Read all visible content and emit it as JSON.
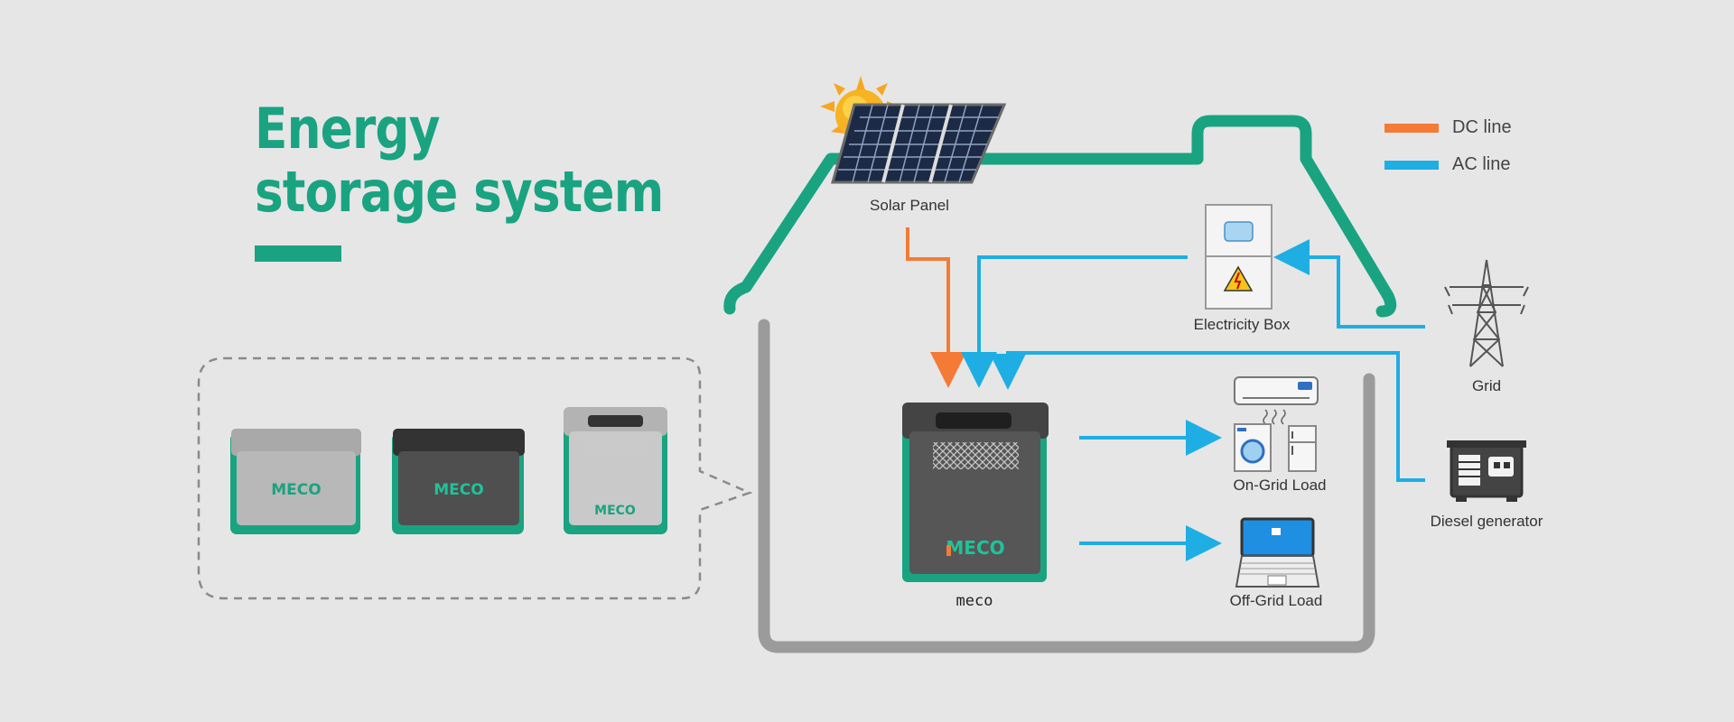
{
  "title": {
    "line1": "Energy",
    "line2": "storage system"
  },
  "legend": [
    {
      "label": "DC line",
      "color": "#f47a35"
    },
    {
      "label": "AC line",
      "color": "#1eaee3"
    }
  ],
  "components": {
    "solar_panel": "Solar Panel",
    "electricity_box": "Electricity Box",
    "grid": "Grid",
    "diesel_generator": "Diesel generator",
    "on_grid_load": "On-Grid Load",
    "off_grid_load": "Off-Grid Load",
    "battery": "meco"
  },
  "brand": "MECO",
  "colors": {
    "accent": "#1aa381",
    "dc": "#f47a35",
    "ac": "#1eaee3",
    "house_wall": "#9b9b9b"
  }
}
